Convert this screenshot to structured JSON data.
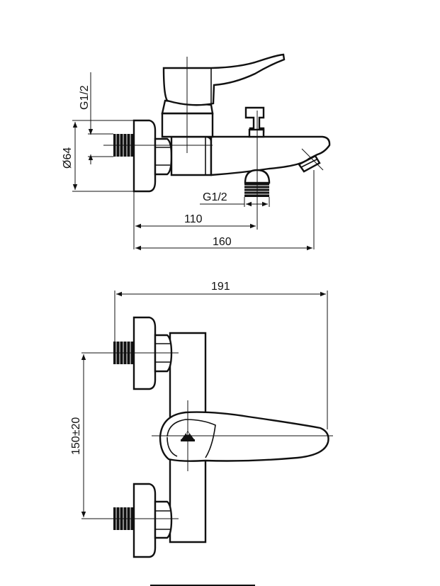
{
  "dimensions": {
    "thread_side": "G1/2",
    "diameter": "Ø64",
    "thread_outlet": "G1/2",
    "length_110": "110",
    "length_160": "160",
    "width_191": "191",
    "spacing": "150±20"
  }
}
